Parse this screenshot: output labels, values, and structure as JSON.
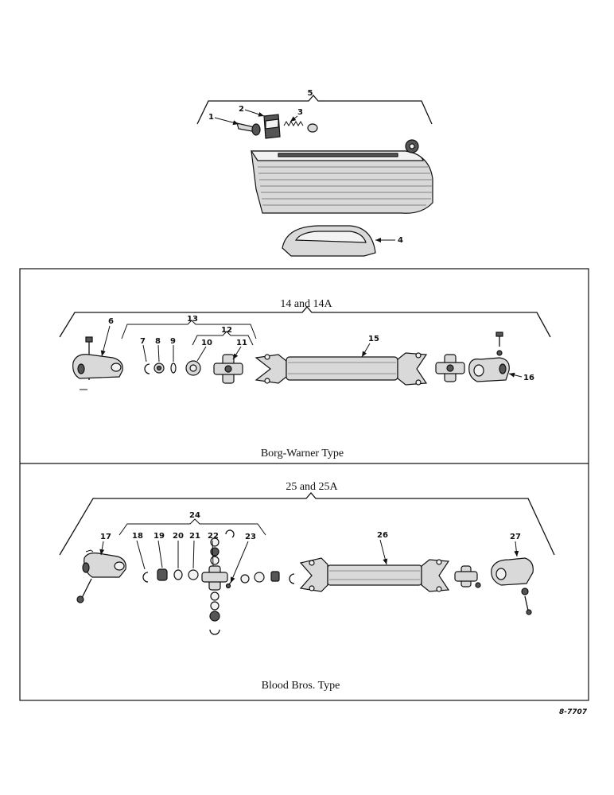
{
  "top_group": {
    "bracket_label": "5",
    "callouts": [
      "1",
      "2",
      "3",
      "4"
    ]
  },
  "borg_warner": {
    "assembly_label": "14 and 14A",
    "caption": "Borg-Warner Type",
    "sub_bracket_13": "13",
    "sub_bracket_12": "12",
    "callouts": [
      "6",
      "7",
      "8",
      "9",
      "10",
      "11",
      "15",
      "16"
    ]
  },
  "blood_bros": {
    "assembly_label": "25 and 25A",
    "caption": "Blood Bros. Type",
    "sub_bracket_24": "24",
    "callouts": [
      "17",
      "18",
      "19",
      "20",
      "21",
      "22",
      "23",
      "26",
      "27"
    ]
  },
  "figure_number": "8-7707"
}
